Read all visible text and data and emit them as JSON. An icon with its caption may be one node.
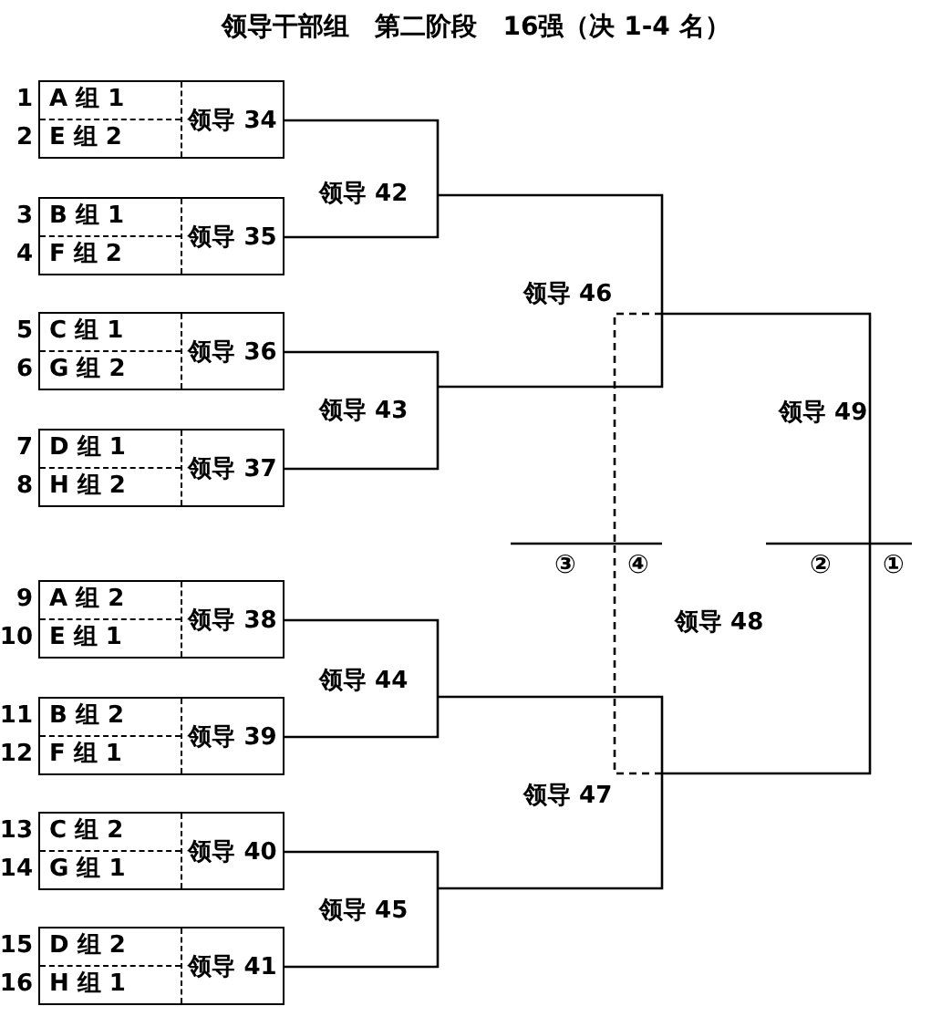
{
  "diagram": {
    "title": "领导干部组　第二阶段　16强（决 1-4 名）",
    "nodes": [
      {
        "text": [
          "A 组 1",
          "E 组 2",
          "领导 34"
        ],
        "beside": [
          "1",
          "2"
        ]
      },
      {
        "text": [
          "B 组 1",
          "F 组 2",
          "领导 35"
        ],
        "beside": [
          "3",
          "4"
        ]
      },
      {
        "text": [
          "C 组 1",
          "G 组 2",
          "领导 36"
        ],
        "beside": [
          "5",
          "6"
        ]
      },
      {
        "text": [
          "D 组 1",
          "H 组 2",
          "领导 37"
        ],
        "beside": [
          "7",
          "8"
        ]
      },
      {
        "text": [
          "A 组 2",
          "E 组 1",
          "领导 38"
        ],
        "beside": [
          "9",
          "10"
        ]
      },
      {
        "text": [
          "B 组 2",
          "F 组 1",
          "领导 39"
        ],
        "beside": [
          "11",
          "12"
        ]
      },
      {
        "text": [
          "C 组 2",
          "G 组 1",
          "领导 40"
        ],
        "beside": [
          "13",
          "14"
        ]
      },
      {
        "text": [
          "D 组 2",
          "H 组 1",
          "领导 41"
        ],
        "beside": [
          "15",
          "16"
        ]
      },
      {
        "text": [
          "领导 42"
        ]
      },
      {
        "text": [
          "领导 43"
        ]
      },
      {
        "text": [
          "领导 44"
        ]
      },
      {
        "text": [
          "领导 45"
        ]
      },
      {
        "text": [
          "领导 46"
        ]
      },
      {
        "text": [
          "领导 47"
        ]
      },
      {
        "text": [
          "领导 48"
        ]
      },
      {
        "text": [
          "领导 49"
        ]
      }
    ],
    "edges": [
      {
        "from": 0,
        "to": 8,
        "arrow": "none"
      },
      {
        "from": 1,
        "to": 8,
        "arrow": "none"
      },
      {
        "from": 2,
        "to": 9,
        "arrow": "none"
      },
      {
        "from": 3,
        "to": 9,
        "arrow": "none"
      },
      {
        "from": 4,
        "to": 10,
        "arrow": "none"
      },
      {
        "from": 5,
        "to": 10,
        "arrow": "none"
      },
      {
        "from": 6,
        "to": 11,
        "arrow": "none"
      },
      {
        "from": 7,
        "to": 11,
        "arrow": "none"
      },
      {
        "from": 8,
        "to": 12,
        "arrow": "none"
      },
      {
        "from": 9,
        "to": 12,
        "arrow": "none"
      },
      {
        "from": 10,
        "to": 13,
        "arrow": "none"
      },
      {
        "from": 11,
        "to": 13,
        "arrow": "none"
      },
      {
        "from": 12,
        "to": 15,
        "arrow": "none"
      },
      {
        "from": 13,
        "to": 15,
        "arrow": "none"
      },
      {
        "from": 12,
        "to": 14,
        "arrow": "none",
        "style": "dashed"
      },
      {
        "from": 13,
        "to": 14,
        "arrow": "none",
        "style": "dashed"
      }
    ],
    "labels": [
      "③",
      "④",
      "②",
      "①"
    ]
  }
}
